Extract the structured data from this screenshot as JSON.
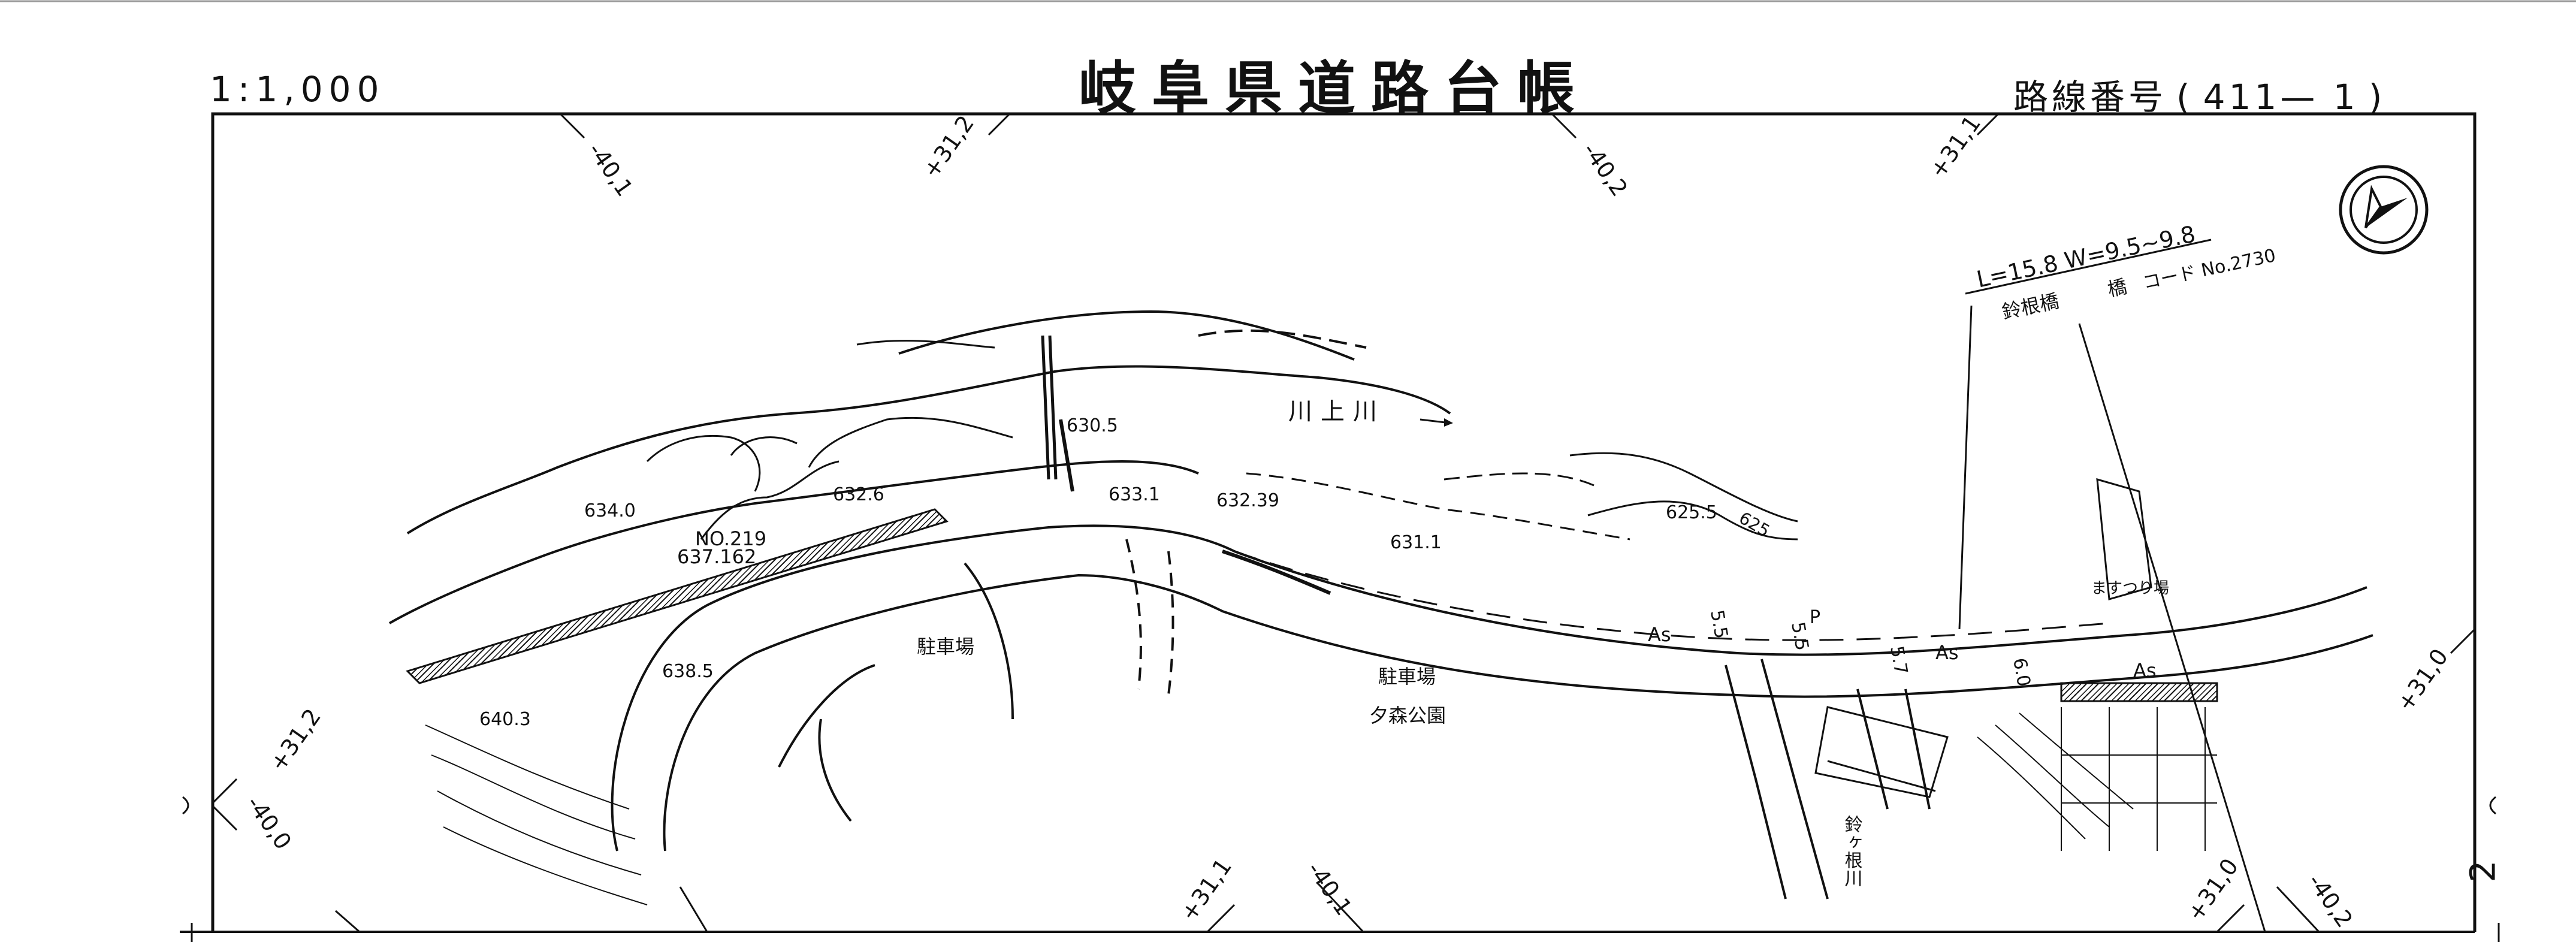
{
  "header": {
    "scale": "1:1,000",
    "title": "岐阜県道路台帳",
    "route_label": "路線番号",
    "route_number": "411— 1"
  },
  "sheet_number": "2",
  "grid_labels": [
    "-40,1",
    "+31,2",
    "-40,2",
    "+31,1",
    "+31,0",
    "+31,2",
    "-40,0",
    "+31,1",
    "-40,1",
    "+31,0",
    "-40,2"
  ],
  "bridge": {
    "dims": "L=15.8 W=9.5~9.8",
    "name": "鈴根橋",
    "type": "橋",
    "code": "コード No.2730"
  },
  "labels": {
    "river_name": "川上川",
    "benchmark_no": "NO.219",
    "benchmark_elev": "637.162",
    "parking_a": "駐車場",
    "parking_b": "駐車場",
    "park": "夕森公園",
    "fishing": "ますつり場",
    "creek": "鈴ヶ根川",
    "pavement": "As",
    "parking_symbol": "P",
    "contour": "625"
  },
  "elevations": [
    "630.5",
    "632.6",
    "634.0",
    "633.1",
    "632.39",
    "631.1",
    "625.5",
    "638.5",
    "640.3"
  ],
  "widths": [
    "5.5",
    "5.5",
    "5.7",
    "6.0"
  ],
  "symbols": {
    "north_arrow": "north-arrow-icon"
  }
}
